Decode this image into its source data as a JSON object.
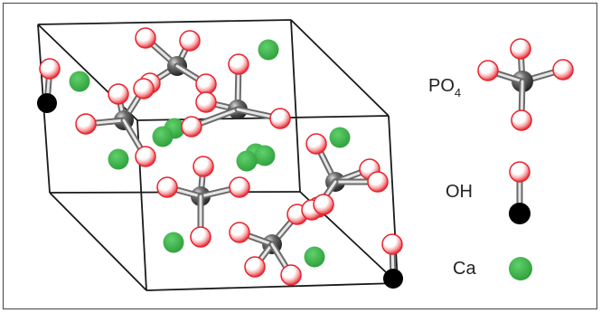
{
  "figure": {
    "colors": {
      "frame": "#555555",
      "cell_edge": "#1a1a1a",
      "oxygen": "#e8232d",
      "oxygen_highlight": "#ffffff",
      "phosphorus": "#333333",
      "hydrogen_oh": "#000000",
      "calcium": "#3cb54a",
      "bond": "#8c8c8c"
    }
  },
  "legend": {
    "po4": {
      "main": "PO",
      "sub": "4"
    },
    "oh": {
      "label": "OH"
    },
    "ca": {
      "label": "Ca"
    }
  }
}
